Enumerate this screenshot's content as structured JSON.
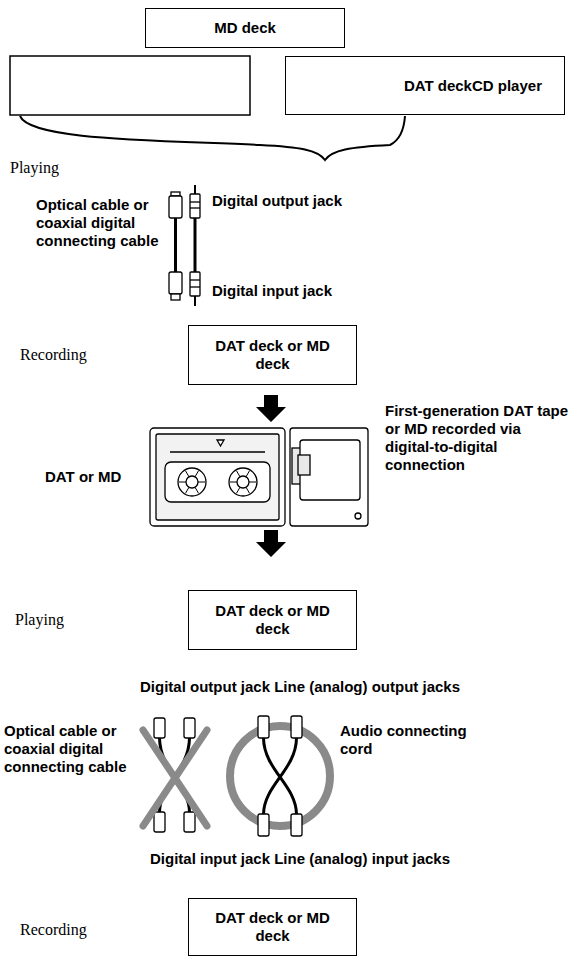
{
  "diagram": {
    "nodes": [
      {
        "text": [
          "MD deck"
        ]
      },
      {
        "text": [
          "DAT deckCD player"
        ]
      },
      {
        "text": [
          "DAT deck or MD deck"
        ]
      },
      {
        "text": [
          "DAT deck or MD deck"
        ]
      },
      {
        "text": [
          "DAT deck or MD deck"
        ]
      }
    ],
    "labels": [
      "Playing",
      "Optical cable or coaxial digital connecting cable",
      "Digital output jack",
      "Digital input jack",
      "Recording",
      "DAT or MD",
      "First-generation DAT tape or MD recorded via digital-to-digital connection",
      "Playing",
      "Digital output jack Line (analog) output jacks",
      "Optical cable or coaxial digital connecting cable",
      "Audio connecting cord",
      "Digital input jack Line (analog) input jacks",
      "Recording"
    ]
  }
}
